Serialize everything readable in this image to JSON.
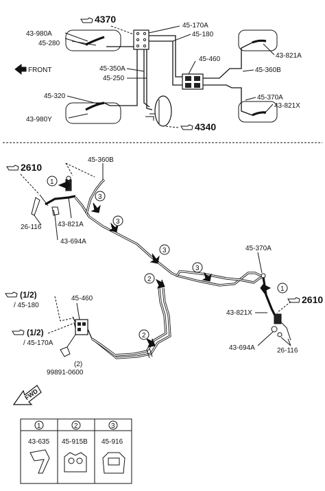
{
  "top": {
    "ref_4370": "4370",
    "ref_4340": "4340",
    "front": "FRONT",
    "labels": {
      "p43_980A": "43-980A",
      "p45_280": "45-280",
      "p45_350A": "45-350A",
      "p45_250": "45-250",
      "p45_320": "45-320",
      "p43_980Y": "43-980Y",
      "p45_170A": "45-170A",
      "p45_180": "45-180",
      "p45_460": "45-460",
      "p43_821A": "43-821A",
      "p45_360B": "45-360B",
      "p45_370A": "45-370A",
      "p43_821X": "43-821X"
    }
  },
  "bottom": {
    "ref_2610_left": "2610",
    "ref_2610_right": "2610",
    "fwd": "FWD",
    "labels": {
      "p45_360B": "45-360B",
      "p26_116_left": "26-116",
      "p43_821A": "43-821A",
      "p43_694A_left": "43-694A",
      "p45_370A": "45-370A",
      "p45_460": "45-460",
      "half_180": "(1/2)",
      "p45_180": "/ 45-180",
      "half_170A": "(1/2)",
      "p45_170A": "/ 45-170A",
      "qty_2": "(2)",
      "p99891": "99891-0600",
      "p43_821X": "43-821X",
      "p43_694A_right": "43-694A",
      "p26_116_right": "26-116"
    },
    "callouts": {
      "c1": "1",
      "c2": "2",
      "c3": "3"
    }
  },
  "legend": {
    "cols": [
      {
        "num": "1",
        "part": "43-635"
      },
      {
        "num": "2",
        "part": "45-915B"
      },
      {
        "num": "3",
        "part": "45-916"
      }
    ]
  }
}
